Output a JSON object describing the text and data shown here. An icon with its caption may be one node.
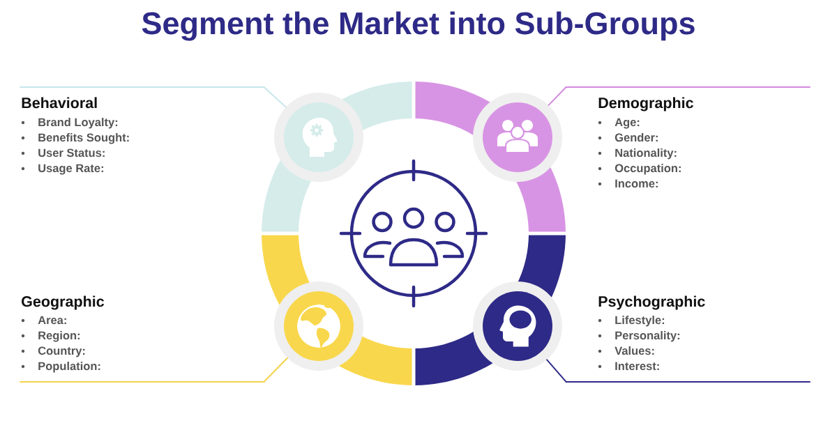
{
  "diagram": {
    "title": "Segment the Market into Sub-Groups",
    "nodes": [
      {
        "text": [
          "Behavioral",
          "Brand Loyalty:",
          "Benefits Sought:",
          "User Status:",
          "Usage Rate:"
        ]
      },
      {
        "text": [],
        "shape": "circle"
      },
      {
        "text": [],
        "shape": "circle"
      },
      {
        "text": [
          "Demographic",
          "Age:",
          "Gender:",
          "Nationality:",
          "Occupation:",
          "Income:"
        ]
      },
      {
        "text": [
          "Geographic",
          "Area:",
          "Region:",
          "Country:",
          "Population:"
        ]
      },
      {
        "text": [],
        "shape": "circle"
      },
      {
        "text": [],
        "shape": "circle"
      },
      {
        "text": [
          "Psychographic",
          "Lifestyle:",
          "Personality:",
          "Values:",
          "Interest:"
        ]
      }
    ],
    "edges": [
      {
        "from": 0,
        "to": 1,
        "arrow": "none",
        "color": "#c6e6ec"
      },
      {
        "from": 3,
        "to": 2,
        "arrow": "none",
        "color": "#d48ae0"
      },
      {
        "from": 4,
        "to": 5,
        "arrow": "none",
        "color": "#f5d34c"
      },
      {
        "from": 7,
        "to": 6,
        "arrow": "none",
        "color": "#2e2a87"
      }
    ]
  }
}
